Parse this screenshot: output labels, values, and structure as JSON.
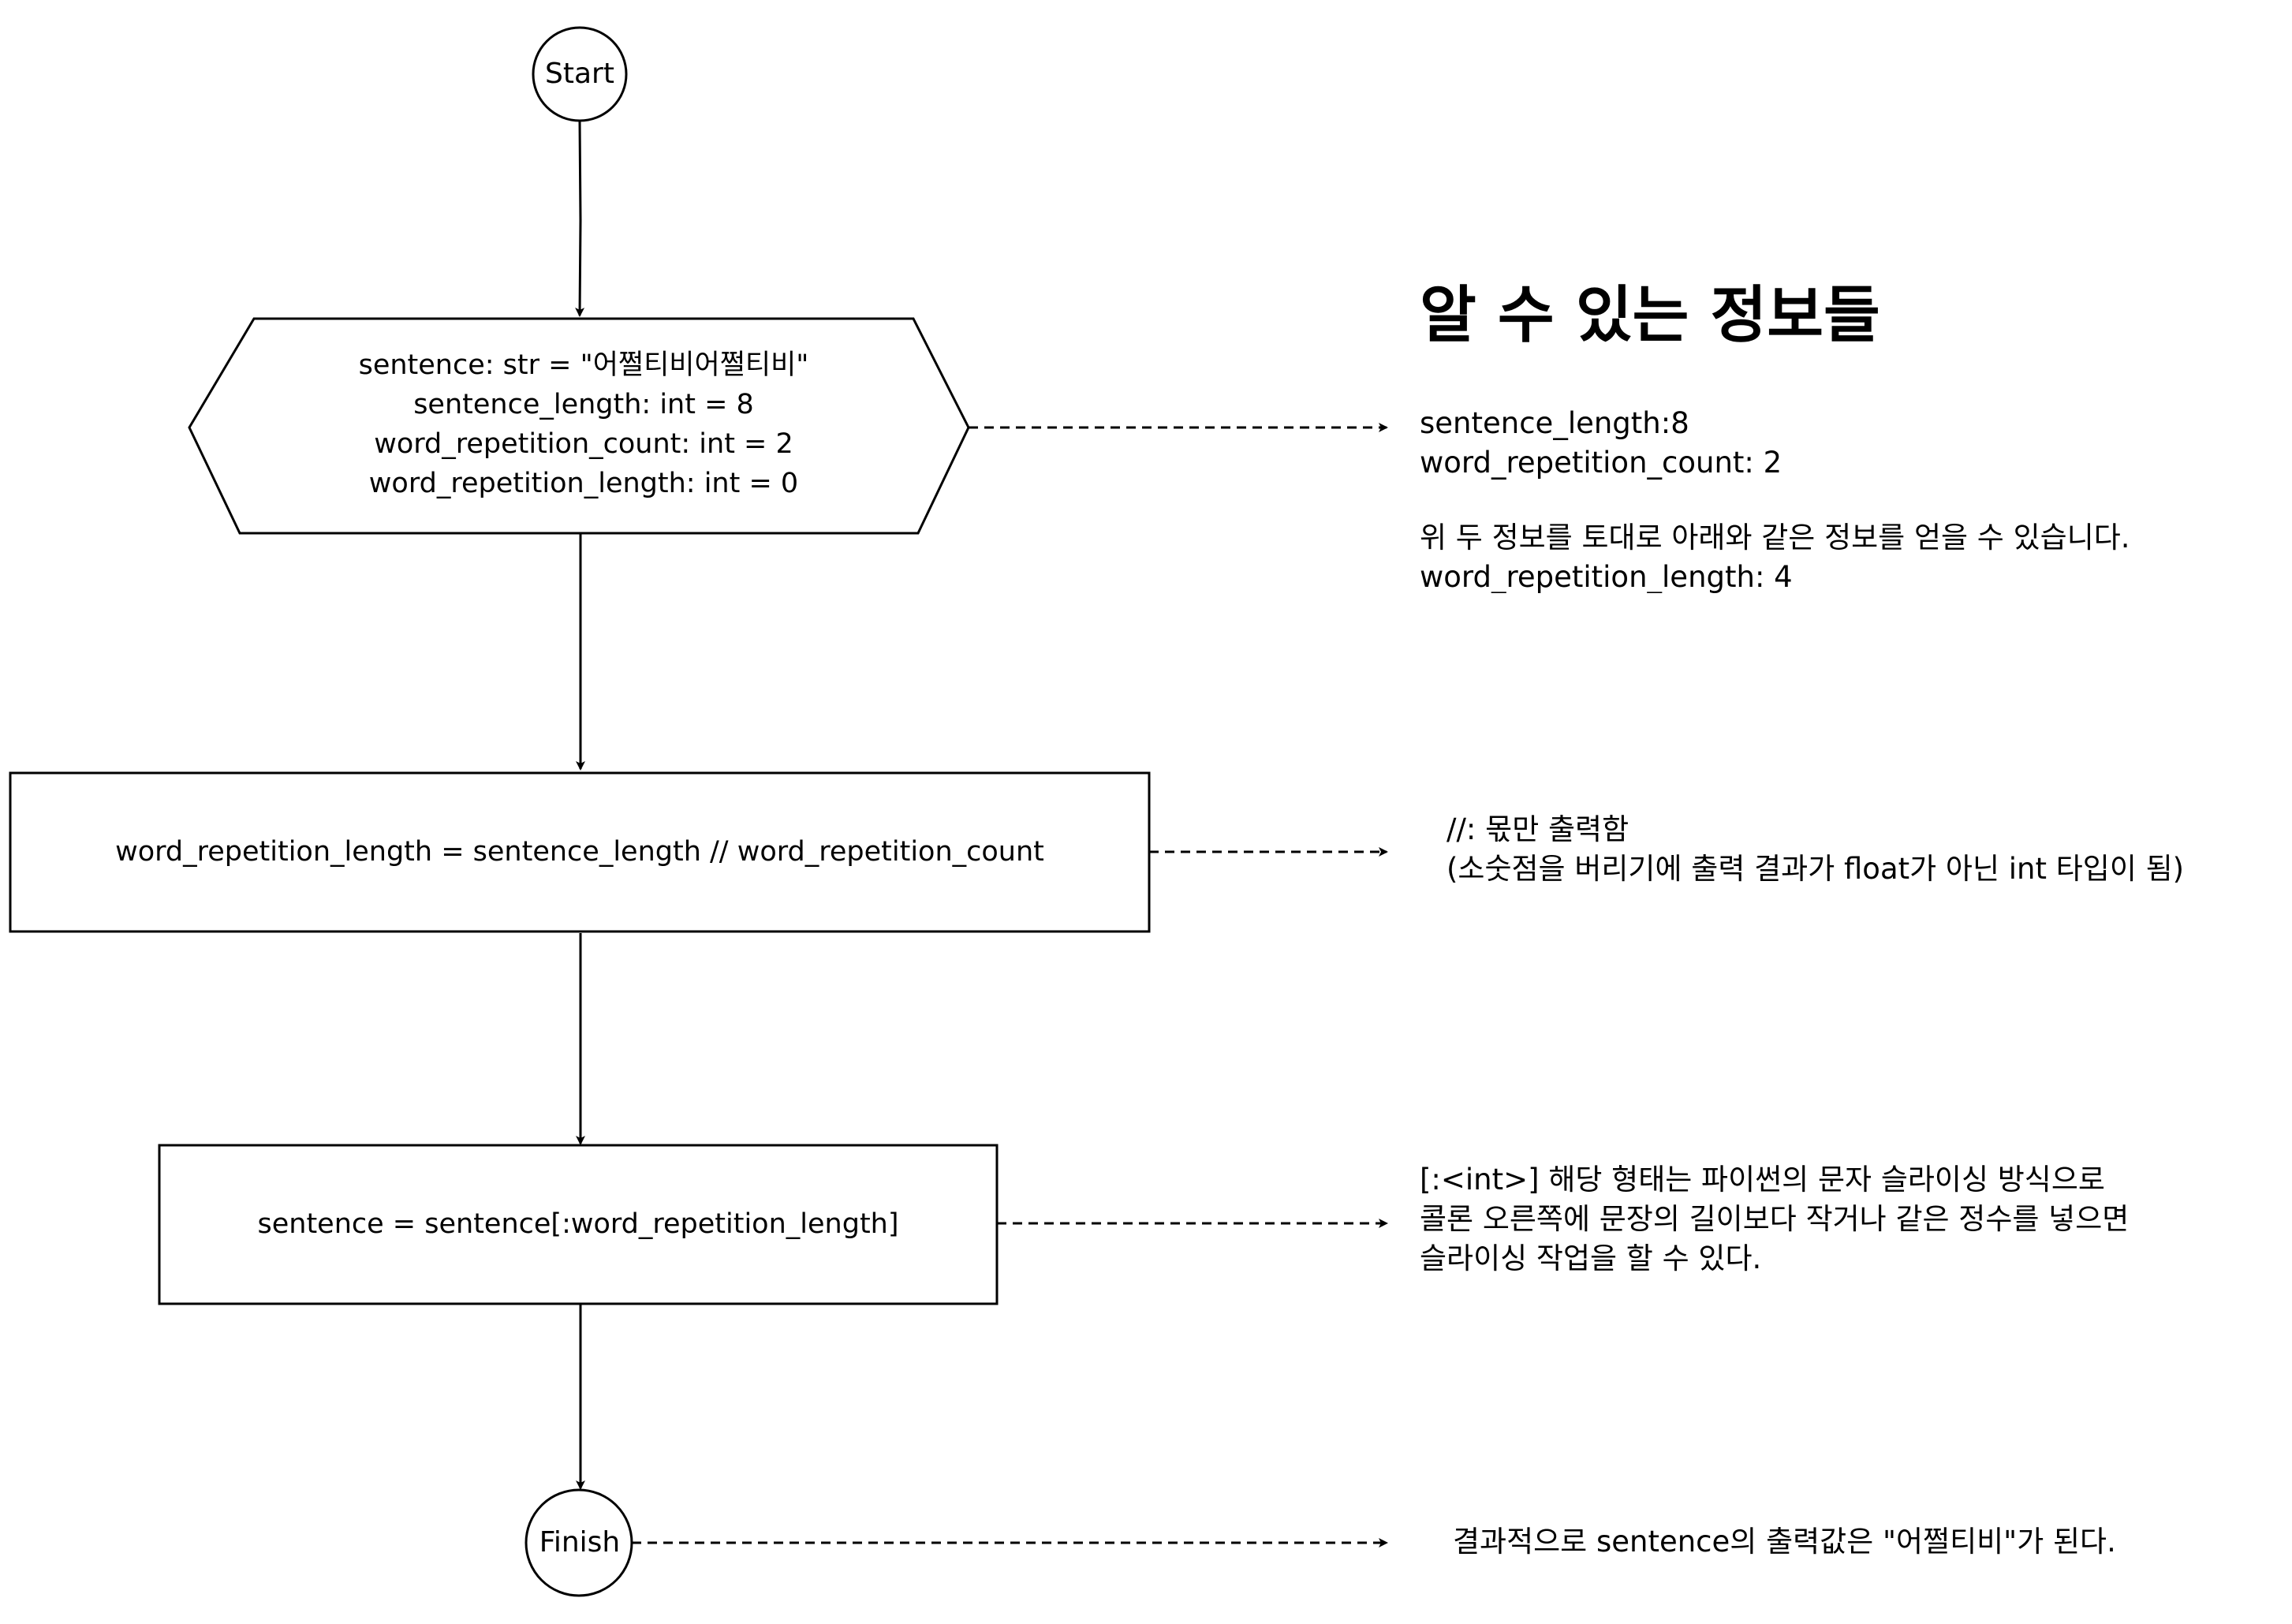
{
  "flowchart": {
    "start_label": "Start",
    "declare_lines": [
      "sentence: str = \"어쩔티비어쩔티비\"",
      "sentence_length: int = 8",
      "word_repetition_count: int = 2",
      "word_repetition_length: int = 0"
    ],
    "process1_label": "word_repetition_length = sentence_length // word_repetition_count",
    "process2_label": "sentence = sentence[:word_repetition_length]",
    "finish_label": "Finish"
  },
  "notes": {
    "info_heading": "알 수 있는 정보들",
    "info_lines": [
      "sentence_length:8",
      "word_repetition_count: 2",
      "위 두 정보를 토대로 아래와 같은 정보를 얻을 수 있습니다.",
      "word_repetition_length: 4"
    ],
    "division_lines": [
      "//: 몫만 출력함",
      "(소숫점을 버리기에 출력 결과가 float가 아닌 int 타입이 됨)"
    ],
    "slicing_lines": [
      "[:<int>] 해당 형태는 파이썬의 문자 슬라이싱 방식으로",
      " 콜론 오른쪽에 문장의 길이보다 작거나 같은 정수를 넣으면",
      " 슬라이싱 작업을 할 수 있다."
    ],
    "result_line": "결과적으로 sentence의 출력값은 \"어쩔티비\"가 된다."
  }
}
